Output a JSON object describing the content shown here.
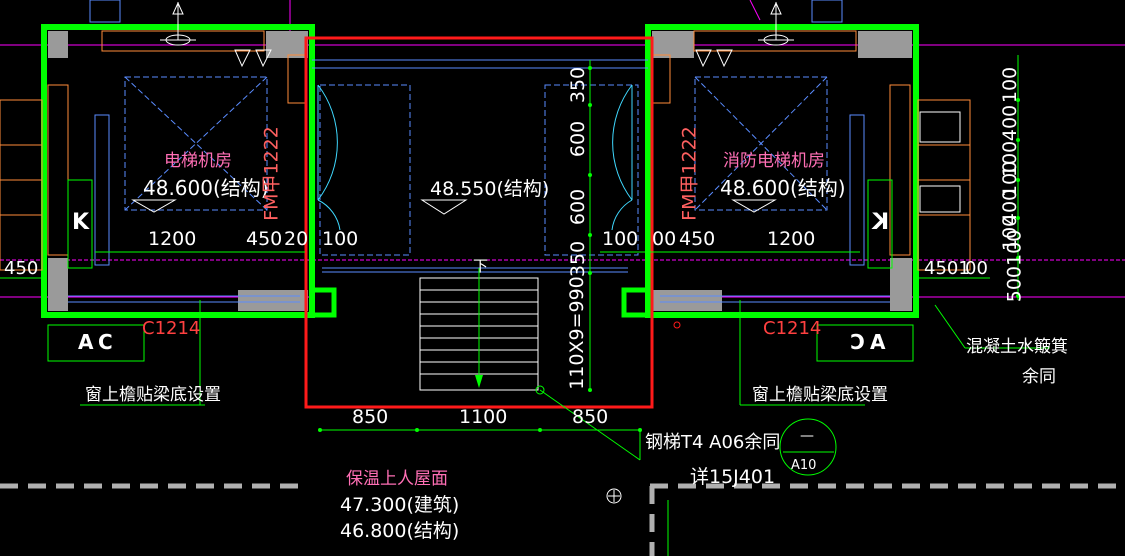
{
  "rooms": {
    "left": {
      "name": "电梯机房",
      "elevation": "48.600(结构)",
      "door": "FM甲1222",
      "window": "C1214",
      "window_note": "窗上檐贴梁底设置",
      "mark": "K",
      "section_a": "A",
      "section_c": "C"
    },
    "center": {
      "elevation": "48.550(结构)",
      "down": "下"
    },
    "right": {
      "name": "消防电梯机房",
      "elevation": "48.600(结构)",
      "door": "FM甲1222",
      "window": "C1214",
      "window_note": "窗上檐贴梁底设置",
      "mark": "K",
      "section_a": "A",
      "section_c": "C"
    }
  },
  "dims": {
    "left_1200": "1200",
    "left_450": "450",
    "left_20": "20",
    "left_100": "100",
    "left_edge_450": "450",
    "right_100": "100",
    "right_100b": "00",
    "right_450": "450",
    "right_1200": "1200",
    "right_edge": "4501",
    "right_00": "00",
    "bottom_850a": "850",
    "bottom_1100": "1100",
    "bottom_850b": "850",
    "vert_350a": "350",
    "vert_600a": "600",
    "vert_600b": "600",
    "vert_350b": "350",
    "vert_stair": "110X9=990",
    "far_100a": "100",
    "far_400": "400",
    "far_100b": "100",
    "far_100c": "100",
    "far_400b": "400",
    "far_100d": "100",
    "far_500": "500100"
  },
  "notes": {
    "stair": "钢梯T4 A06余同",
    "detail": "详15J401",
    "detail_sym_top": "—",
    "detail_sym_bottom": "A10",
    "gutter": "混凝土水簸箕",
    "gutter2": "余同",
    "roof": "保温上人屋面",
    "roof_arch": "47.300(建筑)",
    "roof_struct": "46.800(结构)"
  },
  "colors": {
    "wall": "#00ff00",
    "highlight": "#ff1a1a",
    "dim": "#00ff00",
    "text": "#ffffff",
    "pink": "#ff6fb5",
    "cyan": "#3fd9ff",
    "blue": "#3b6bff",
    "magenta": "#ff00ff",
    "orange": "#ff8c3a"
  }
}
